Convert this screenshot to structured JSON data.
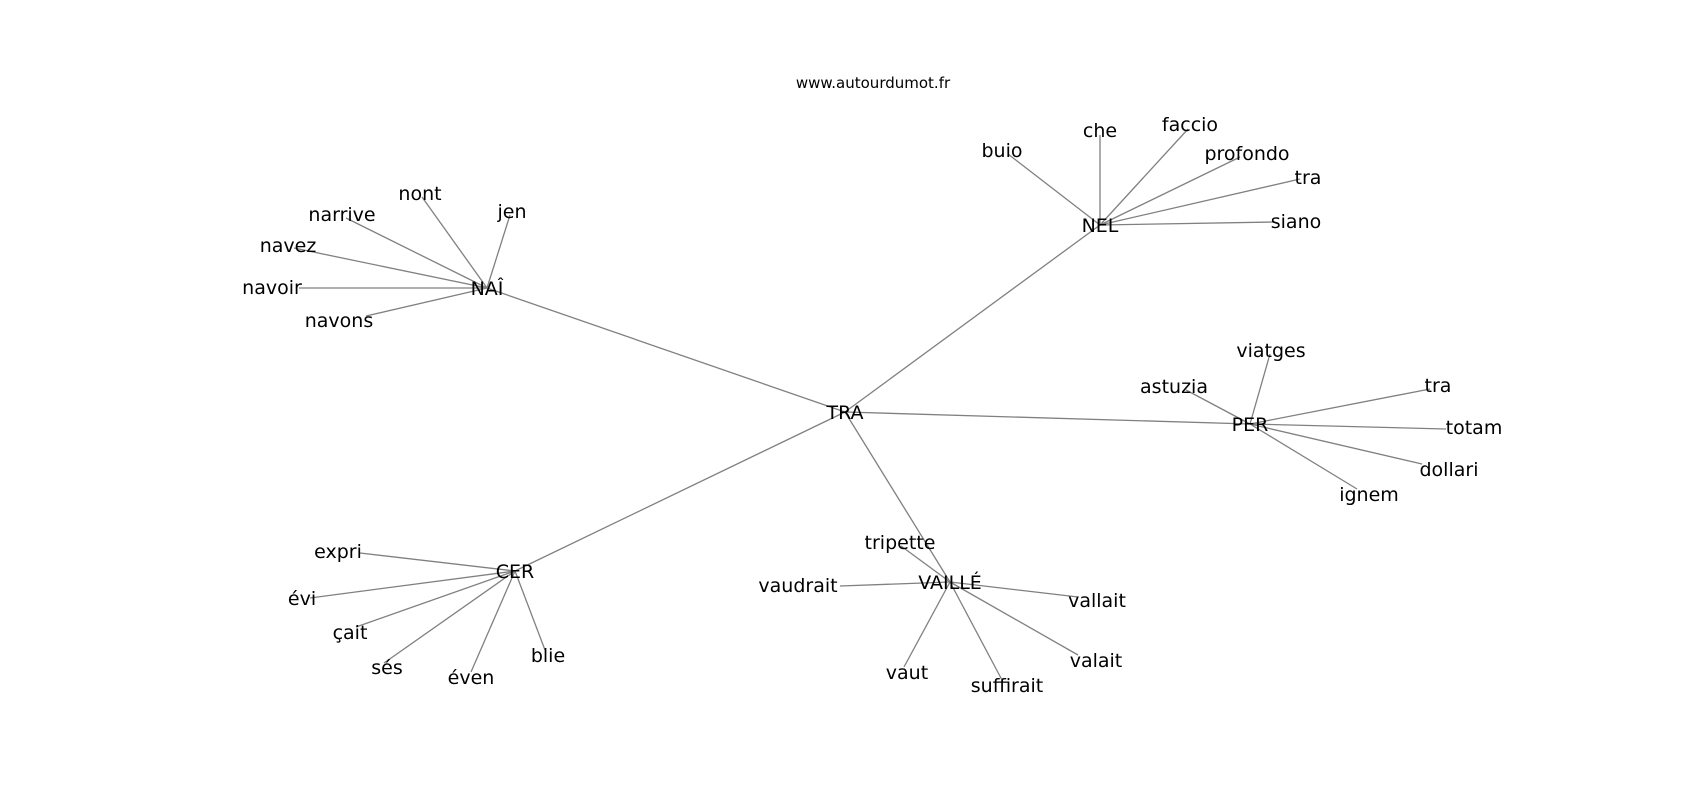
{
  "watermark": "www.autourdumot.fr",
  "colors": {
    "edge": "#808080",
    "text": "#000000",
    "background": "#ffffff"
  },
  "graph": {
    "center": "TRA",
    "clusters": [
      {
        "hub": "NAÎ",
        "words": [
          "nont",
          "jen",
          "narrive",
          "navez",
          "navoir",
          "navons"
        ]
      },
      {
        "hub": "NEL",
        "words": [
          "buio",
          "che",
          "faccio",
          "profondo",
          "tra",
          "siano"
        ]
      },
      {
        "hub": "PER",
        "words": [
          "viatges",
          "astuzia",
          "tra",
          "totam",
          "dollari",
          "ignem"
        ]
      },
      {
        "hub": "CER",
        "words": [
          "expri",
          "évi",
          "çait",
          "sés",
          "éven",
          "blie"
        ]
      },
      {
        "hub": "VAILLÉ",
        "words": [
          "tripette",
          "vaudrait",
          "vallait",
          "valait",
          "suffirait",
          "vaut"
        ]
      }
    ]
  }
}
